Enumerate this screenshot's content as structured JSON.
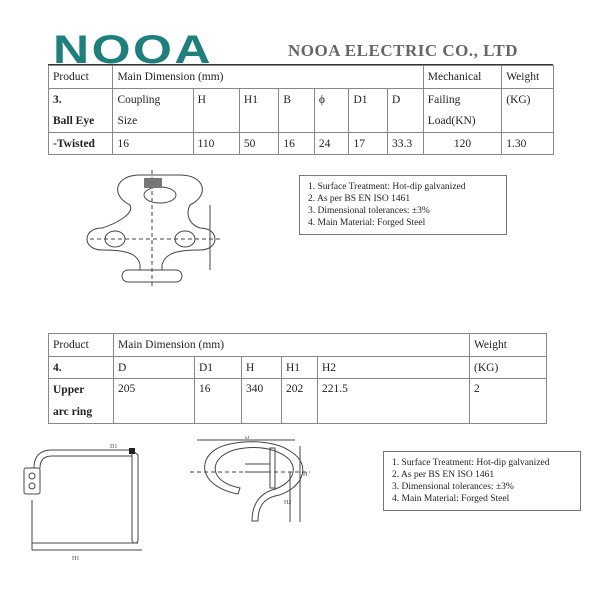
{
  "header": {
    "logo": "NOOA",
    "company": "NOOA ELECTRIC CO., LTD"
  },
  "product3": {
    "col_product": "Product",
    "col_main": "Main Dimension (mm)",
    "col_mech": "Mechanical",
    "col_weight": "Weight",
    "num": "3.",
    "name1": "Ball Eye",
    "name2": "-Twisted",
    "sub": {
      "coupling1": "Coupling",
      "coupling2": "Size",
      "H": "H",
      "H1": "H1",
      "B": "B",
      "phi": "ϕ",
      "D1": "D1",
      "D": "D",
      "mech2": "Failing",
      "mech3": "Load(KN)",
      "weight2": "(KG)"
    },
    "values": {
      "coupling": "16",
      "H": "110",
      "H1": "50",
      "B": "16",
      "phi": "24",
      "D1": "17",
      "D": "33.3",
      "load": "120",
      "weight": "1.30"
    },
    "notes": [
      "1.  Surface Treatment: Hot-dip galvanized",
      "2.  As per BS EN ISO 1461",
      "3.  Dimensional tolerances:  ±3%",
      "4.  Main Material: Forged Steel"
    ]
  },
  "product4": {
    "col_product": "Product",
    "col_main": "Main Dimension (mm)",
    "col_weight": "Weight",
    "num": "4.",
    "name1": "Upper",
    "name2": "arc ring",
    "sub": {
      "D": "D",
      "D1": "D1",
      "H": "H",
      "H1": "H1",
      "H2": "H2",
      "weight2": "(KG)"
    },
    "values": {
      "D": "205",
      "D1": "16",
      "H": "340",
      "H1": "202",
      "H2": "221.5",
      "weight": "2"
    },
    "notes": [
      "1.  Surface Treatment: Hot-dip galvanized",
      "2.  As per BS EN ISO 1461",
      "3.  Dimensional tolerances:  ±3%",
      "4.  Main Material: Forged Steel"
    ],
    "drawing_labels": {
      "D": "D",
      "D1": "D1",
      "H1": "H1",
      "H2": "H2",
      "H": "H"
    }
  }
}
